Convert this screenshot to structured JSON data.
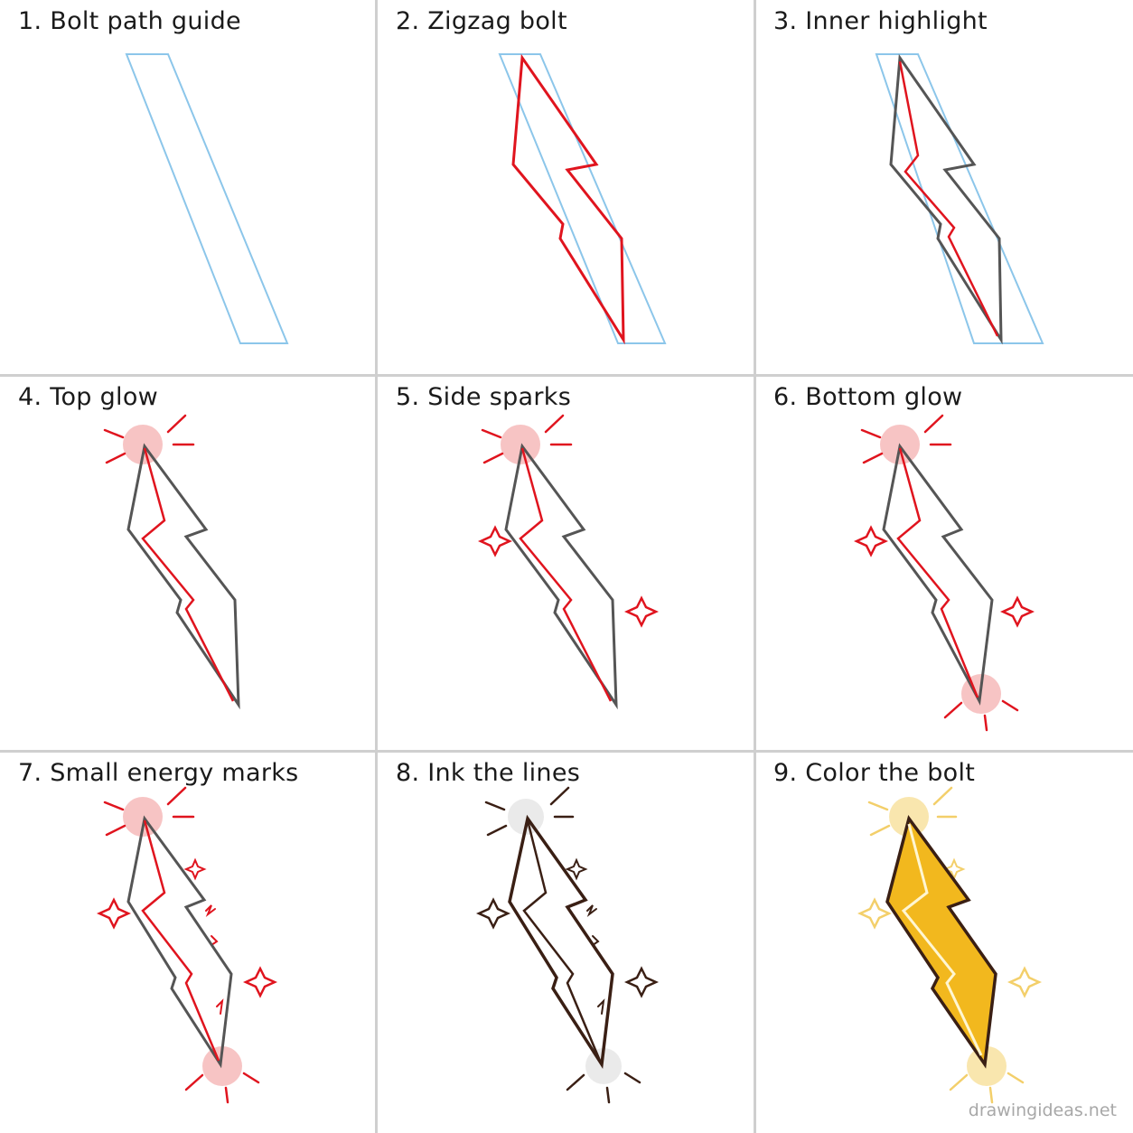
{
  "steps": [
    {
      "label": "1. Bolt path guide"
    },
    {
      "label": "2. Zigzag bolt"
    },
    {
      "label": "3. Inner highlight"
    },
    {
      "label": "4. Top glow"
    },
    {
      "label": "5. Side sparks"
    },
    {
      "label": "6. Bottom glow"
    },
    {
      "label": "7. Small energy marks"
    },
    {
      "label": "8. Ink the lines"
    },
    {
      "label": "9. Color the bolt"
    }
  ],
  "watermark": "drawingideas.net",
  "colors": {
    "guide": "#8cc6ea",
    "sketch": "#e0141e",
    "pencil": "#555555",
    "ink": "#3a1f14",
    "fill": "#f2b81e",
    "glow_red": "#f08a8a",
    "glow_gold": "#f7dc8c",
    "spark_gold": "#f3cf6a"
  }
}
